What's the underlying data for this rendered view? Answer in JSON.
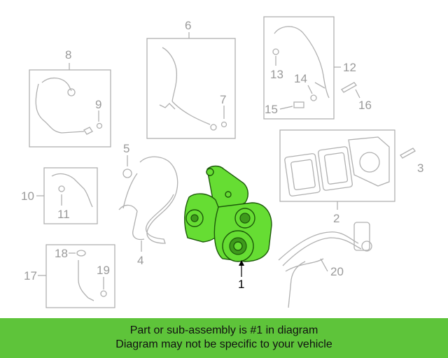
{
  "callouts": [
    "1",
    "2",
    "3",
    "4",
    "5",
    "6",
    "7",
    "8",
    "9",
    "10",
    "11",
    "12",
    "13",
    "14",
    "15",
    "16",
    "17",
    "18",
    "19",
    "20"
  ],
  "banner": {
    "line1": "Part or sub-assembly is #1 in diagram",
    "line2": "Diagram may not be specific to your vehicle"
  },
  "colors": {
    "highlight": "#66dd33",
    "banner": "#5ec43a",
    "line": "#aaaaaa"
  }
}
